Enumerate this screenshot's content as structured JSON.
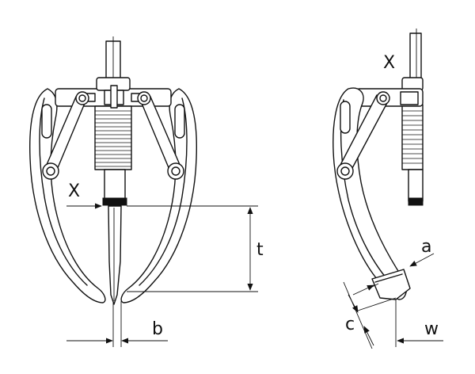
{
  "labels": {
    "x_front": "X",
    "t": "t",
    "b": "b",
    "x_side": "X",
    "a": "a",
    "c": "c",
    "w": "w"
  }
}
